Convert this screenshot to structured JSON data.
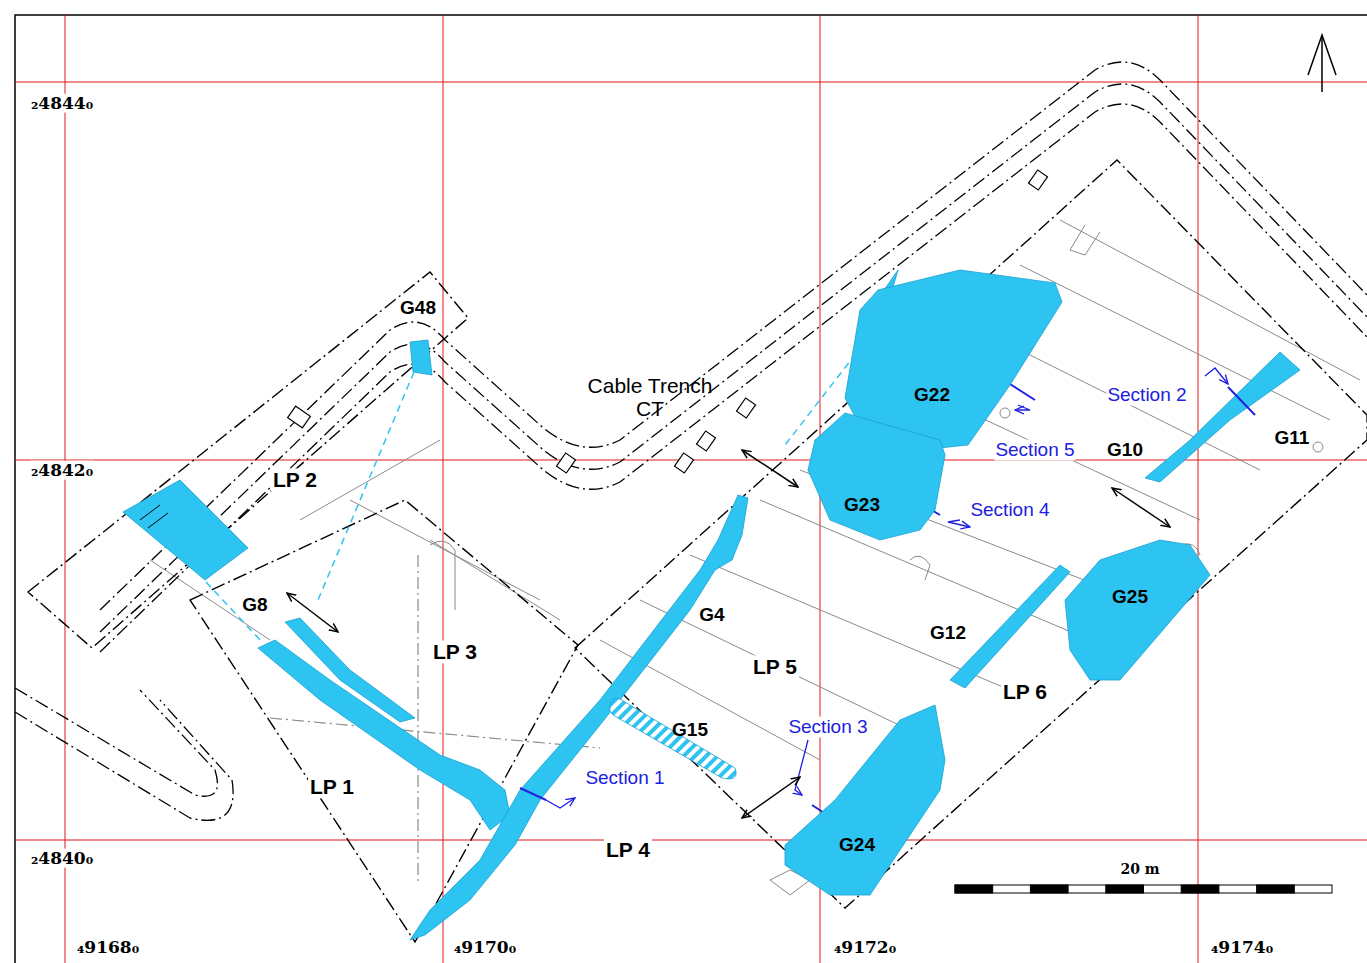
{
  "diagram": {
    "nodes": [
      {
        "text": [
          "G22"
        ]
      },
      {
        "text": [
          "G23"
        ]
      },
      {
        "text": [
          "G25"
        ]
      },
      {
        "text": [
          "G24"
        ]
      }
    ],
    "labels": [
      "₂4844₀",
      "G48",
      "Cable Trench CT",
      "Section 2",
      "Section 5",
      "G10",
      "G11",
      "₂4842₀",
      "LP 2",
      "Section 4",
      "G8",
      "G4",
      "G12",
      "LP 3",
      "LP 5",
      "LP 6",
      "G15",
      "Section 3",
      "LP 1",
      "Section 1",
      "₂4840₀",
      "LP 4",
      "20 m",
      "₄9168₀",
      "₄9170₀",
      "₄9172₀",
      "₄9174₀"
    ]
  }
}
